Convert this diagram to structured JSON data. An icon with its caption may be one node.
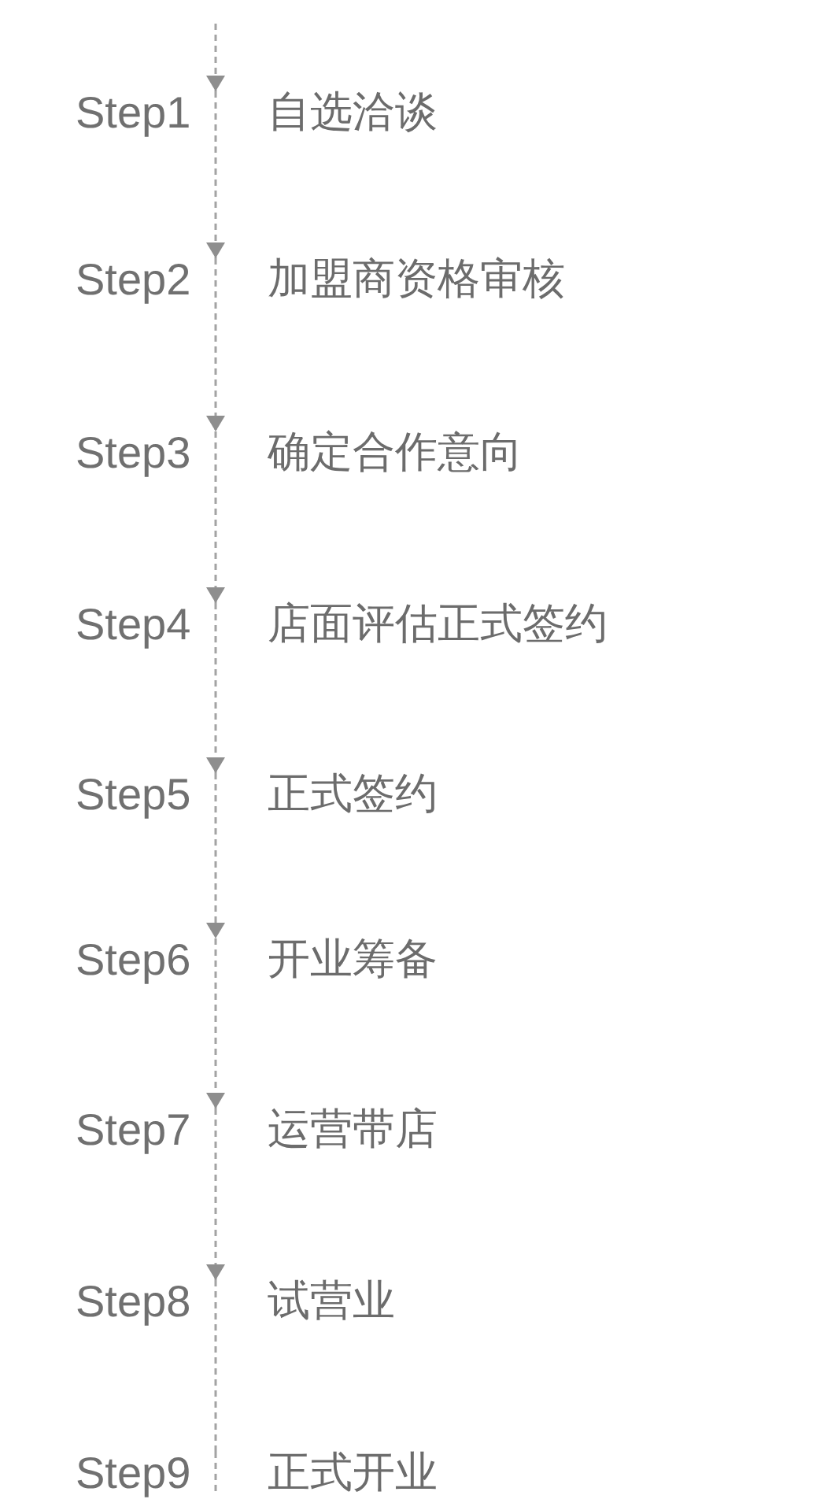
{
  "diagram": {
    "nodes": [
      {
        "text": [
          "Step1",
          "自选洽谈"
        ]
      },
      {
        "text": [
          "Step2",
          "加盟商资格审核"
        ]
      },
      {
        "text": [
          "Step3",
          "确定合作意向"
        ]
      },
      {
        "text": [
          "Step4",
          "店面评估正式签约"
        ]
      },
      {
        "text": [
          "Step5",
          "正式签约"
        ]
      },
      {
        "text": [
          "Step6",
          "开业筹备"
        ]
      },
      {
        "text": [
          "Step7",
          "运营带店"
        ]
      },
      {
        "text": [
          "Step8",
          "试营业"
        ]
      },
      {
        "text": [
          "Step9",
          "正式开业"
        ]
      }
    ],
    "edges": [
      {
        "from": null,
        "to": 0,
        "arrow": "to",
        "style": "dashed"
      },
      {
        "from": 0,
        "to": 1,
        "arrow": "to",
        "style": "dashed"
      },
      {
        "from": 1,
        "to": 2,
        "arrow": "to",
        "style": "dashed"
      },
      {
        "from": 2,
        "to": 3,
        "arrow": "to",
        "style": "dashed"
      },
      {
        "from": 3,
        "to": 4,
        "arrow": "to",
        "style": "dashed"
      },
      {
        "from": 4,
        "to": 5,
        "arrow": "to",
        "style": "dashed"
      },
      {
        "from": 5,
        "to": 6,
        "arrow": "to",
        "style": "dashed"
      },
      {
        "from": 6,
        "to": 7,
        "arrow": "to",
        "style": "dashed"
      },
      {
        "from": 7,
        "to": 8,
        "arrow": "none",
        "style": "dashed"
      }
    ]
  }
}
